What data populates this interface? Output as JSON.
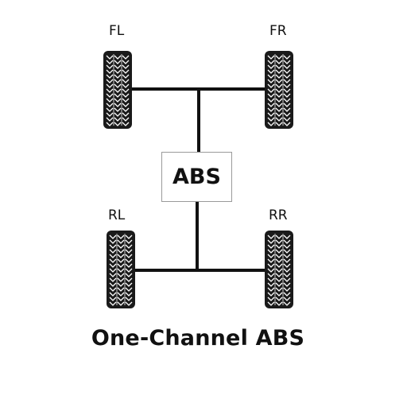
{
  "title": "One-Channel ABS",
  "abs_unit": {
    "label": "ABS"
  },
  "wheels": {
    "front_left": {
      "label": "FL"
    },
    "front_right": {
      "label": "FR"
    },
    "rear_left": {
      "label": "RL"
    },
    "rear_right": {
      "label": "RR"
    }
  },
  "colors": {
    "line": "#111111",
    "tire": "#1a1a1a",
    "tread": "#ffffff",
    "box_border": "#9a9a9a"
  }
}
